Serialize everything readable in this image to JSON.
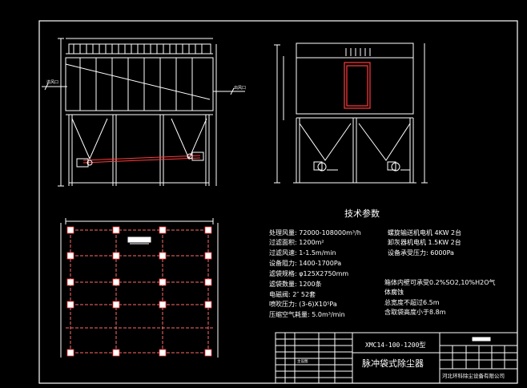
{
  "drawing": {
    "inlet_label": "进风口",
    "outlet_label": "出风口"
  },
  "tech": {
    "title": "技术参数",
    "left_params": [
      "处理风量: 72000-108000m³/h",
      "过滤面积: 1200m²",
      "过滤风速: 1-1.5m/min",
      "设备阻力: 1400-1700Pa",
      "滤袋规格: φ125X2750mm",
      "滤袋数量: 1200条",
      "电磁阀:  2″  52套",
      "喷吹压力: (3-6)X10⁵Pa",
      "压缩空气耗量: 5.0m³/min"
    ],
    "right_params": [
      "螺旋输送机电机   4KW  2台",
      "卸灰器机电机   1.5KW 2台",
      "设备承受压力:   6000Pa"
    ],
    "notes": [
      "箱体内壁可承受0.2%SO2,10%H2O气",
      "体腐蚀",
      "总宽度不超过6.5m",
      "含取袋高度小于8.8m"
    ]
  },
  "titleblock": {
    "model": "XMC14-100-1200型",
    "name": "脉冲袋式除尘器",
    "company": "河北环科除尘设备有限公司",
    "designer": "主设图"
  },
  "colors": {
    "line": "#ffffff",
    "accent": "#ff3b3b",
    "hidden": "#ff6a6a",
    "fill": "#c8c8c8",
    "background": "#000000"
  }
}
